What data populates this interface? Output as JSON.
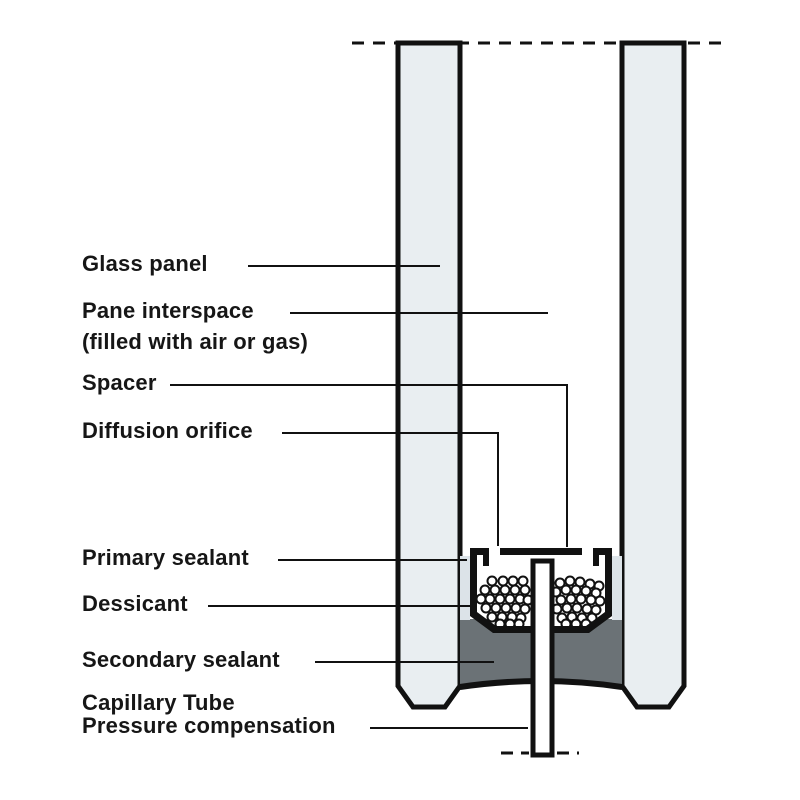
{
  "diagram": {
    "type": "cross-section",
    "subject": "insulated-glazing-unit-edge-seal"
  },
  "labels": [
    {
      "id": "glass-panel",
      "text": "Glass panel"
    },
    {
      "id": "pane-interspace",
      "text": "Pane interspace"
    },
    {
      "id": "pane-interspace-note",
      "text": "(filled with air or gas)"
    },
    {
      "id": "spacer",
      "text": "Spacer"
    },
    {
      "id": "diffusion-orifice",
      "text": "Diffusion orifice"
    },
    {
      "id": "primary-sealant",
      "text": "Primary sealant"
    },
    {
      "id": "dessicant",
      "text": "Dessicant"
    },
    {
      "id": "secondary-sealant",
      "text": "Secondary sealant"
    },
    {
      "id": "capillary-tube",
      "text": "Capillary Tube"
    },
    {
      "id": "pressure-compensation",
      "text": "Pressure compensation"
    }
  ],
  "colors": {
    "background": "#ffffff",
    "text": "#161616",
    "line": "#111111",
    "glass": "#e9eef1",
    "primary_sealant": "#dce3e8",
    "secondary_sealant": "#6b7276",
    "desiccant": "#ffffff"
  }
}
